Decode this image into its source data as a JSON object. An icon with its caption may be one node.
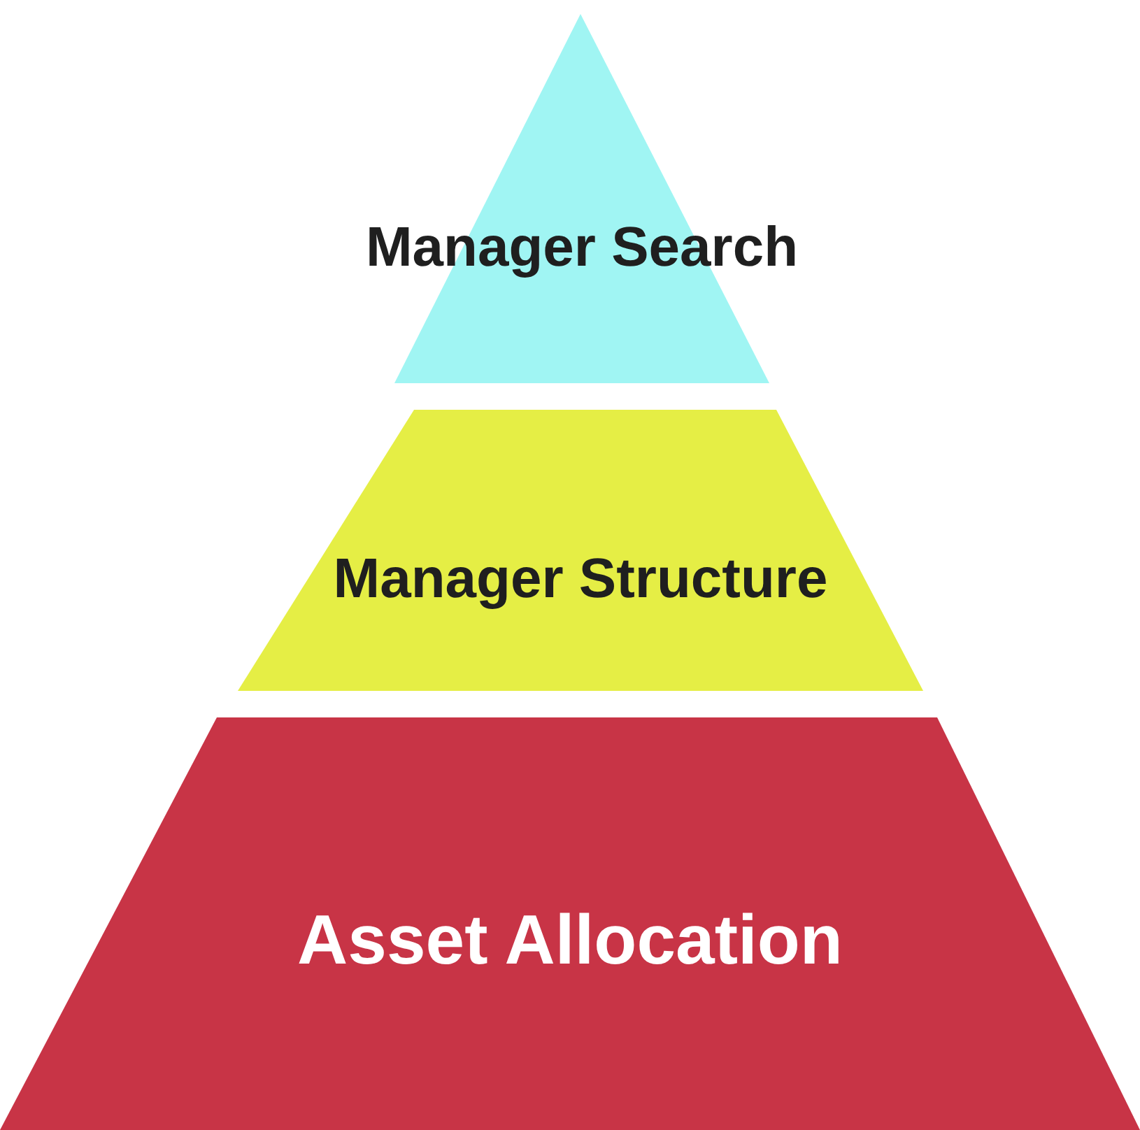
{
  "diagram": {
    "nodes": [
      {
        "text": [
          "Manager Search"
        ]
      },
      {
        "text": [
          "Manager Structure"
        ]
      },
      {
        "text": [
          "Asset Allocation"
        ]
      }
    ]
  }
}
